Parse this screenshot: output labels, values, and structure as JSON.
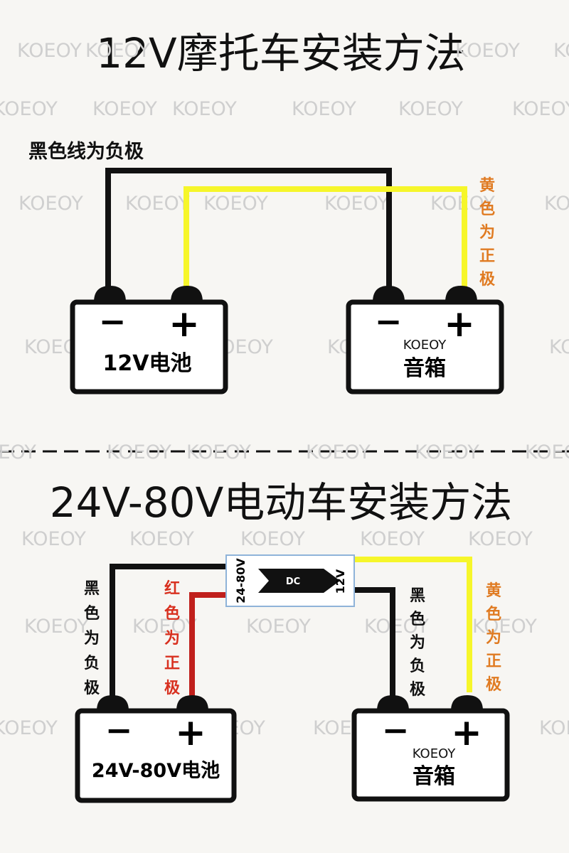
{
  "colors": {
    "black_wire": "#111111",
    "yellow_wire": "#f6f62a",
    "red_wire": "#c0201c",
    "yellow_label": "#e07b22",
    "red_label": "#d8301f",
    "watermark": "#cfcfcf"
  },
  "watermark": "KOEOY",
  "section1": {
    "title": "12V摩托车安装方法",
    "black_wire_label": "黑色线为负极",
    "yellow_wire_label": "黄色为正极",
    "battery": {
      "minus": "−",
      "plus": "+",
      "label": "12V电池"
    },
    "speaker": {
      "minus": "−",
      "plus": "+",
      "brand": "KOEOY",
      "label": "音箱"
    }
  },
  "section2": {
    "title": "24V-80V电动车安装方法",
    "black_left_label": "黑色为负极",
    "red_label": "红色为正极",
    "black_right_label": "黑色为负极",
    "yellow_label": "黄色为正极",
    "converter": {
      "input": "24-80V",
      "badge": "DC",
      "output": "12V"
    },
    "battery": {
      "minus": "−",
      "plus": "+",
      "label": "24V-80V电池"
    },
    "speaker": {
      "minus": "−",
      "plus": "+",
      "brand": "KOEOY",
      "label": "音箱"
    }
  }
}
